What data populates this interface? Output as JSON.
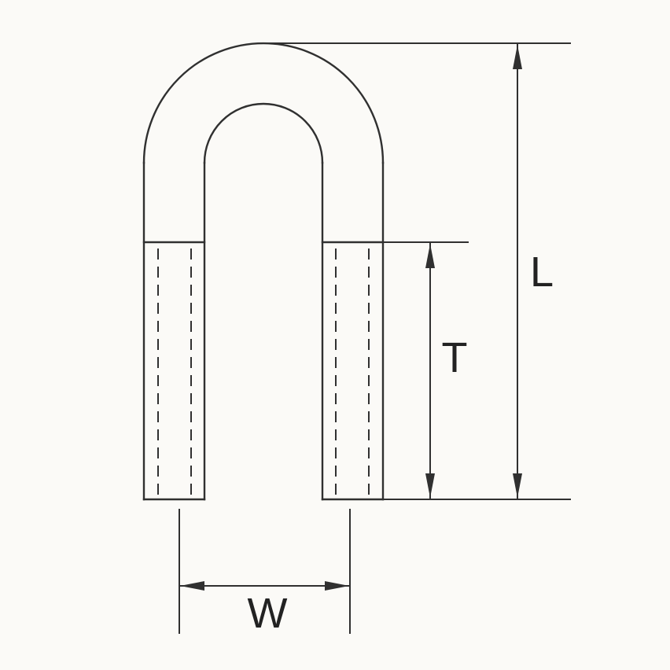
{
  "colors": {
    "paper": "#fbfaf7",
    "line": "#303030",
    "text": "#222222"
  },
  "dimension_labels": {
    "overall_length": "L",
    "thread_length": "T",
    "width": "W"
  }
}
